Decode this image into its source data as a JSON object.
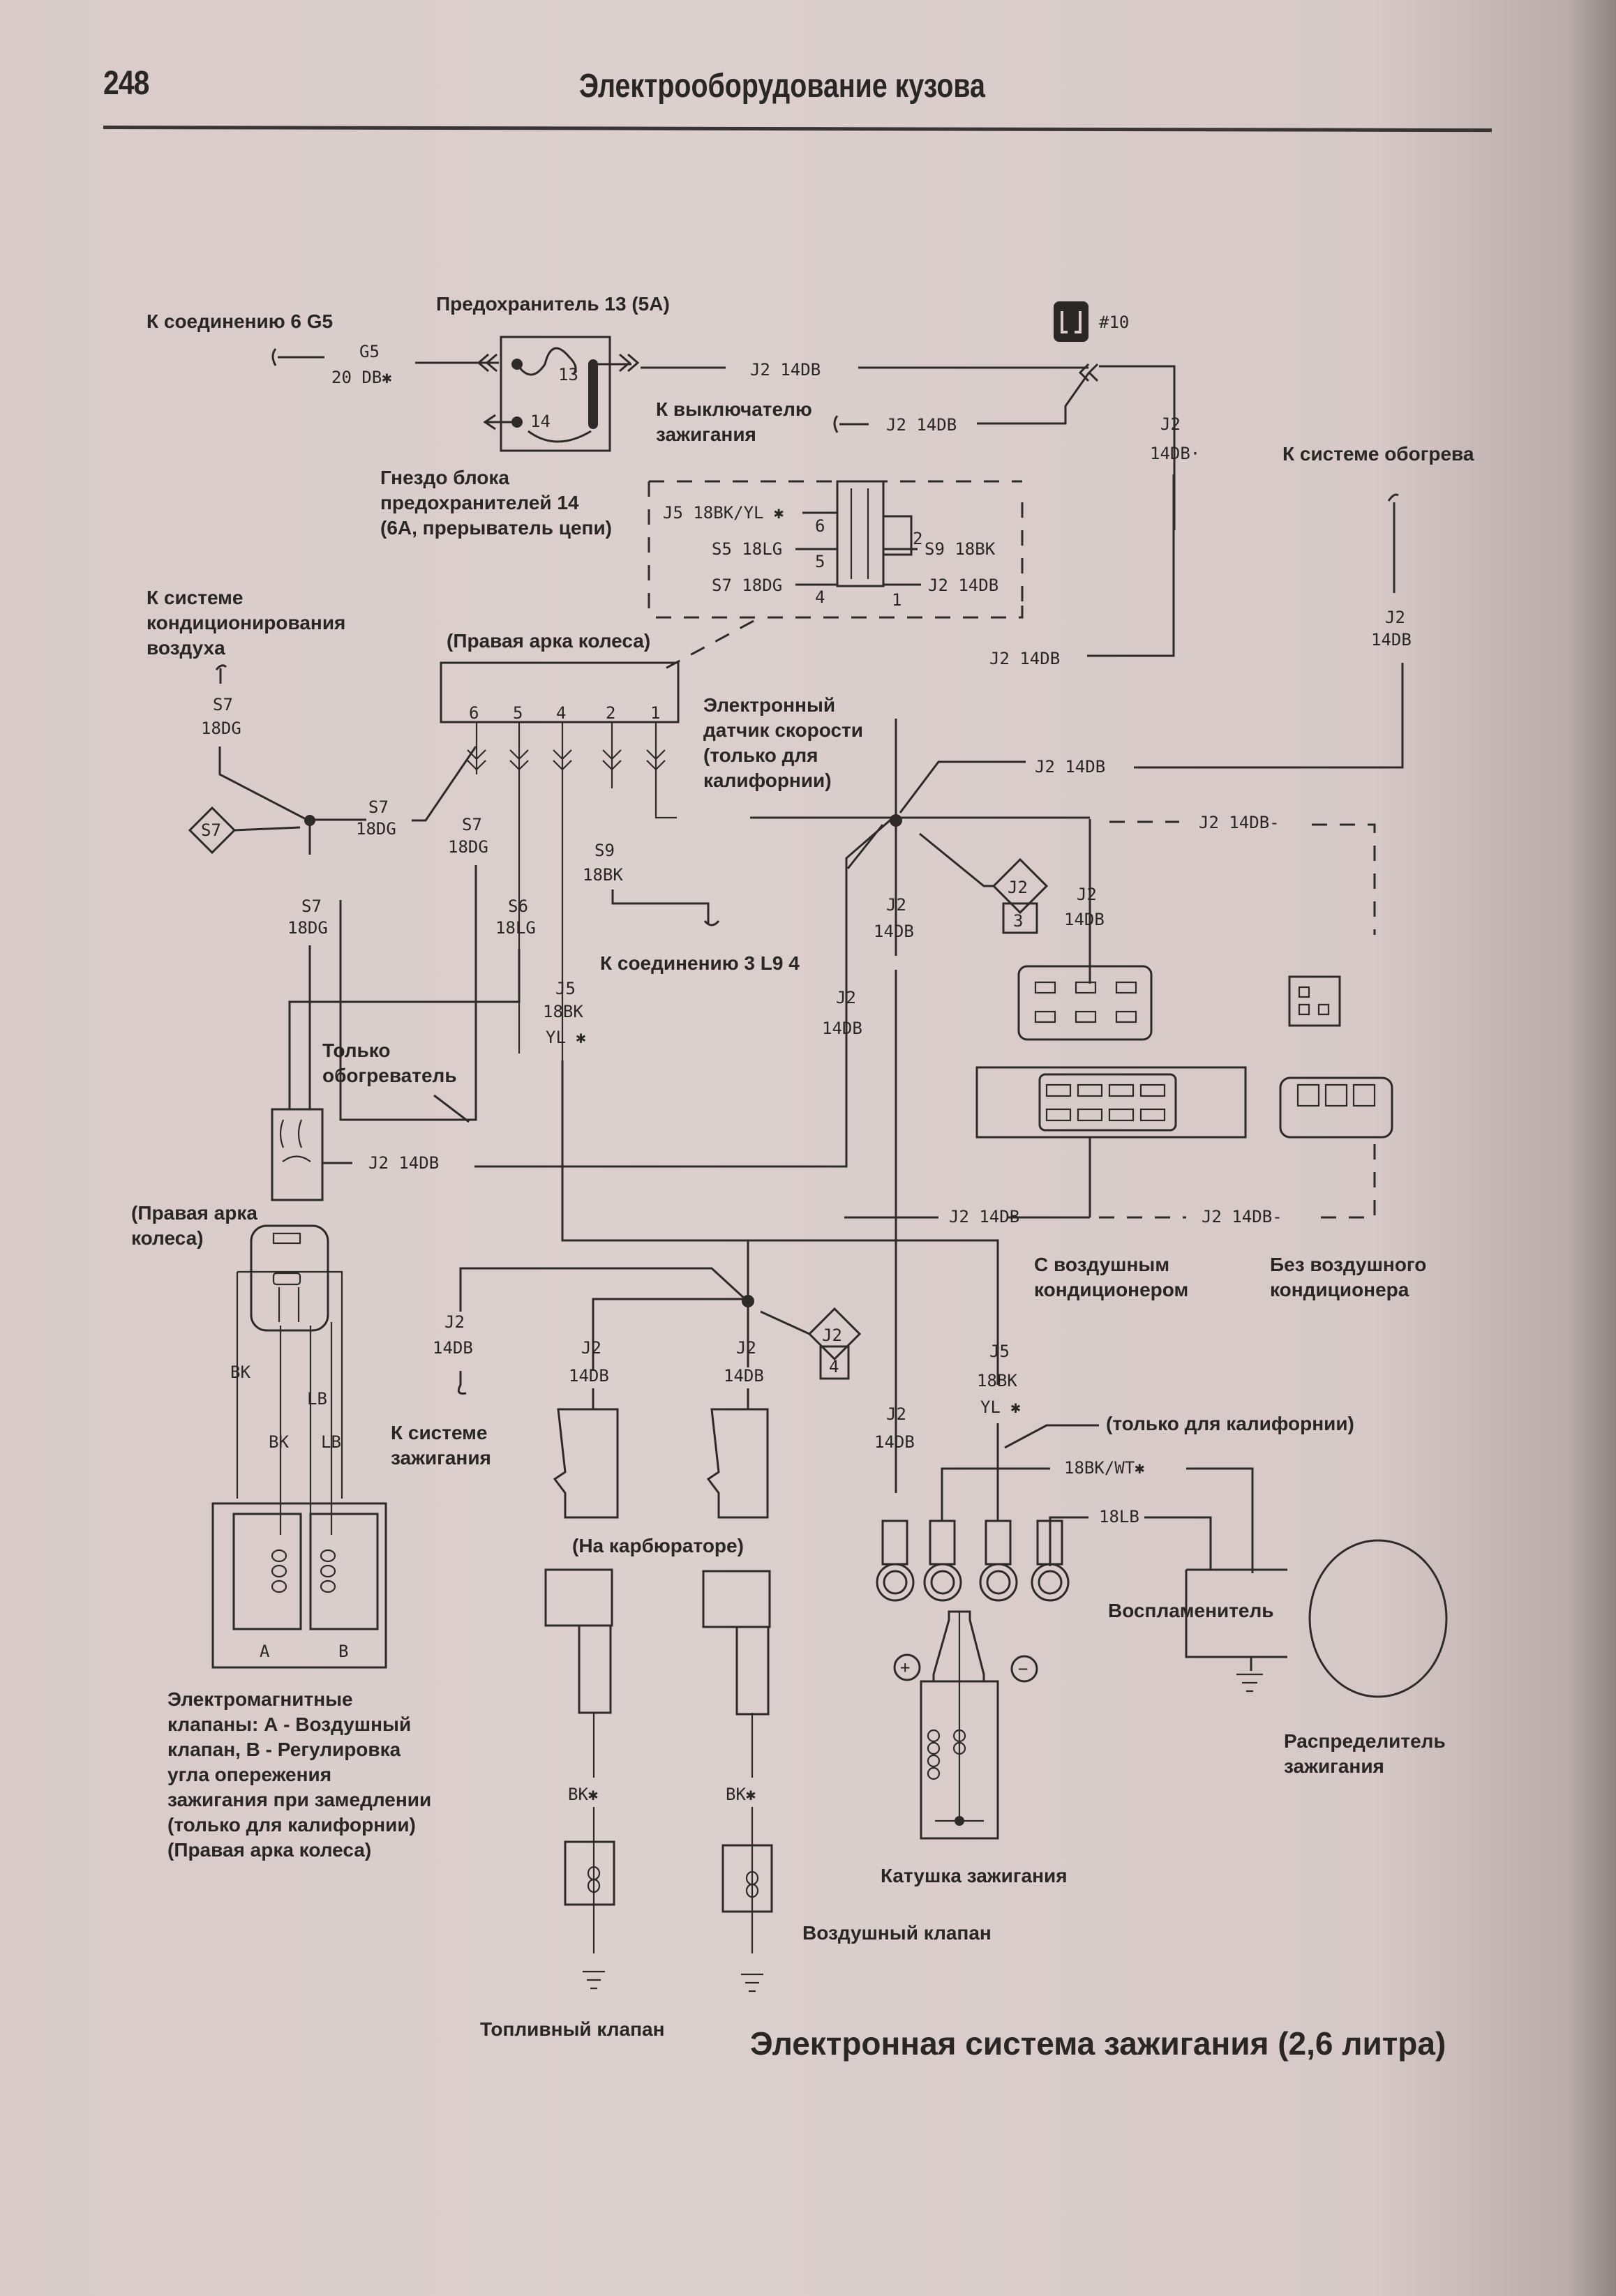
{
  "header": {
    "page_number": "248",
    "section_title": "Электрооборудование кузова"
  },
  "diagram": {
    "title": "Электронная система зажигания (2,6 литра)",
    "components": {
      "fuse13": "Предохранитель 13 (5A)",
      "fuse_block": [
        "Гнездо блока",
        "предохранителей 14",
        "(6A, прерыватель цепи)"
      ],
      "to_junction_6g5": "К соединению 6 G5",
      "to_ignition_switch": [
        "К выключателю",
        "зажигания"
      ],
      "to_heater": "К системе обогрева",
      "to_ac": [
        "К системе",
        "кондиционирования",
        "воздуха"
      ],
      "right_wheel_arch": "(Правая арка колеса)",
      "speed_sensor": [
        "Электронный",
        "датчик скорости",
        "(только для",
        "калифорнии)"
      ],
      "to_junction_3l94": "К соединению 3 L9 4",
      "heater_only": [
        "Только",
        "обогреватель"
      ],
      "right_wheel_arch_2": [
        "(Правая арка",
        "колеса)"
      ],
      "with_ac": [
        "С воздушным",
        "кондиционером"
      ],
      "without_ac": [
        "Без воздушного",
        "кондиционера"
      ],
      "to_ignition_system": [
        "К системе",
        "зажигания"
      ],
      "on_carburetor": "(На карбюраторе)",
      "california_only": "(только для калифорнии)",
      "igniter": "Воспламенитель",
      "distributor": [
        "Распределитель",
        "зажигания"
      ],
      "ignition_coil": "Катушка зажигания",
      "air_valve": "Воздушный клапан",
      "fuel_valve": "Топливный клапан",
      "solenoid_valves": [
        "Электромагнитные",
        "клапаны: А - Воздушный",
        "клапан, В - Регулировка",
        "угла опережения",
        "зажигания при замедлении",
        "(только для калифорнии)",
        "(Правая арка колеса)"
      ],
      "valve_a": "A",
      "valve_b": "B",
      "splice_10": "#10",
      "fuse_pin_13": "13",
      "fuse_pin_14": "14"
    },
    "wire_labels": {
      "g5": "G5",
      "g5_20db": "20 DB✱",
      "j2": "J2",
      "j2_14db": "J2 14DB",
      "j2_14db_dash": "J2 14DB-",
      "j2_14db_dot": "14DB·",
      "j2_14db_v": "14DB",
      "j5_18bkyl": "J5 18BK/YL ✱",
      "s5_18lg": "S5 18LG",
      "s7_18dg": "S7 18DG",
      "s9_18bk": "S9 18BK",
      "s7": "S7",
      "s6": "S6",
      "s9": "S9",
      "j5": "J5",
      "18dg": "18DG",
      "18lg": "18LG",
      "18bk": "18BK",
      "yl_star": "YL ✱",
      "bk": "BK",
      "lb": "LB",
      "bk_star": "BK✱",
      "18bkwt": "18BK/WT✱",
      "18lb": "18LB",
      "pin6": "6",
      "pin5": "5",
      "pin4": "4",
      "pin2": "2",
      "pin1": "1",
      "splice_s7": "S7",
      "splice_j2": "J2",
      "splice_j2_3": "3",
      "splice_j2_4": "4",
      "plus": "+",
      "minus": "−"
    }
  }
}
